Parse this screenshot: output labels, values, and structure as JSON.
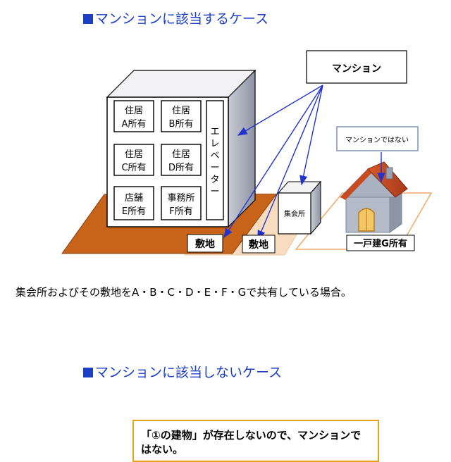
{
  "section1": {
    "title": "マンションに該当するケース"
  },
  "section2": {
    "title": "マンションに該当しないケース"
  },
  "diagram": {
    "units": [
      {
        "line1": "住居",
        "line2": "A所有"
      },
      {
        "line1": "住居",
        "line2": "B所有"
      },
      {
        "line1": "住居",
        "line2": "C所有"
      },
      {
        "line1": "住居",
        "line2": "D所有"
      },
      {
        "line1": "店舗",
        "line2": "E所有"
      },
      {
        "line1": "事務所",
        "line2": "F所有"
      }
    ],
    "elevator": [
      "エ",
      "レ",
      "ベ",
      "ー",
      "タ",
      "ー"
    ],
    "mansion_label": "マンション",
    "not_mansion_label": "マンションではない",
    "meeting_hall": "集会所",
    "site_label_1": "敷地",
    "site_label_2": "敷地",
    "house_label": "一戸建G所有"
  },
  "caption": "集会所およびその敷地をA・B・C・D・E・F・Gで共有している場合。",
  "note": "「①の建物」が存在しないので、マンションではない。",
  "colors": {
    "heading": "#1c3fc4",
    "arrow": "#2233cc",
    "site_fill": "#c8641a",
    "site_light": "#f8dcc0",
    "house_roof": "#c94a1e",
    "note_border": "#e8a21a"
  }
}
